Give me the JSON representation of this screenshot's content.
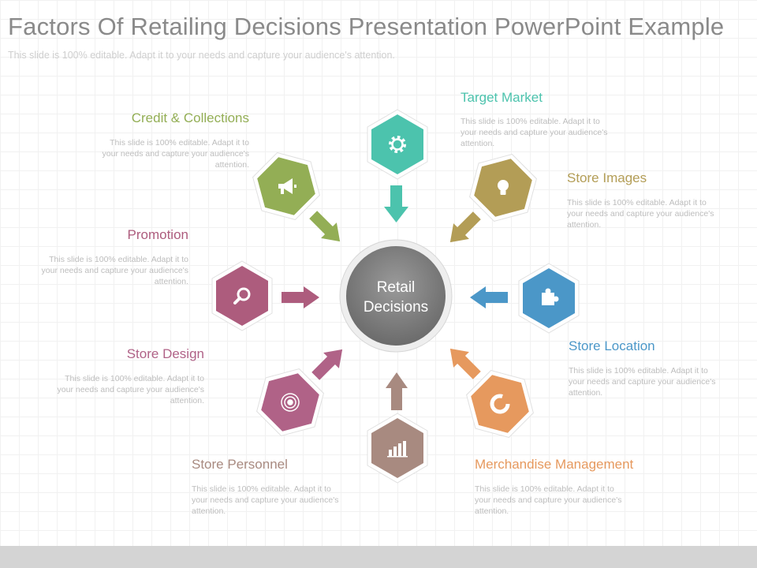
{
  "header": {
    "title": "Factors Of Retailing Decisions Presentation PowerPoint Example",
    "subtitle": "This slide is 100% editable. Adapt it to your needs and capture your audience's attention."
  },
  "center": {
    "line1": "Retail",
    "line2": "Decisions",
    "color": "#6e6e6e"
  },
  "factors": [
    {
      "key": "target-market",
      "label": "Target Market",
      "icon": "gear-icon",
      "color": "#4cc3ad",
      "description": "This slide is 100% editable. Adapt it to your needs and capture your audience's attention."
    },
    {
      "key": "store-images",
      "label": "Store Images",
      "icon": "lightbulb-icon",
      "color": "#b39d56",
      "description": "This slide is 100% editable. Adapt it to your needs and capture your audience's attention."
    },
    {
      "key": "store-location",
      "label": "Store Location",
      "icon": "puzzle-icon",
      "color": "#4b97c8",
      "description": "This slide is 100% editable. Adapt it to your needs and capture your audience's attention."
    },
    {
      "key": "merchandise-management",
      "label": "Merchandise Management",
      "icon": "donut-chart-icon",
      "color": "#e6995e",
      "description": "This slide is 100% editable. Adapt it to your needs and capture your audience's attention."
    },
    {
      "key": "store-personnel",
      "label": "Store Personnel",
      "icon": "bar-chart-icon",
      "color": "#a88a80",
      "description": "This slide is 100% editable. Adapt it to your needs and capture your audience's attention."
    },
    {
      "key": "store-design",
      "label": "Store Design",
      "icon": "target-icon",
      "color": "#b06287",
      "description": "This slide is 100% editable. Adapt it to your needs and capture your audience's attention."
    },
    {
      "key": "promotion",
      "label": "Promotion",
      "icon": "magnifier-icon",
      "color": "#ad5c7d",
      "description": "This slide is 100% editable. Adapt it to your needs and capture your audience's attention."
    },
    {
      "key": "credit-collections",
      "label": "Credit & Collections",
      "icon": "megaphone-icon",
      "color": "#93ae55",
      "description": "This slide is 100% editable. Adapt it to your needs and capture your audience's attention."
    }
  ]
}
